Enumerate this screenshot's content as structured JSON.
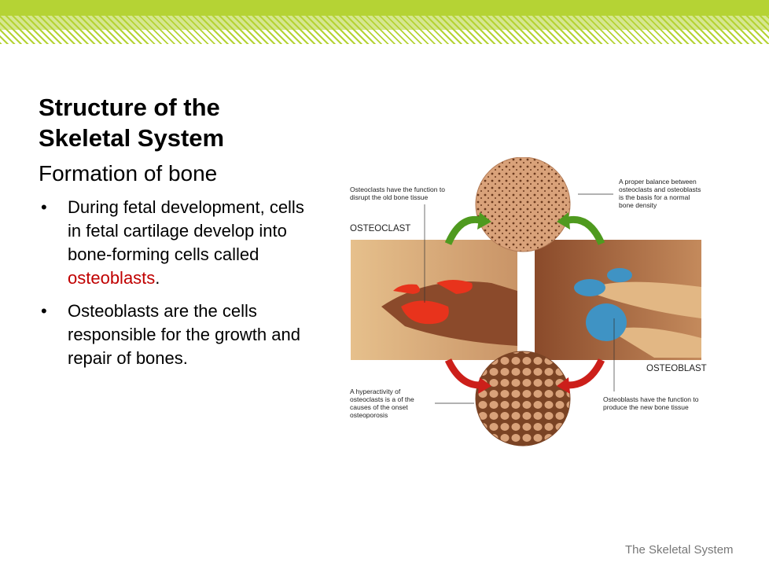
{
  "slide": {
    "title": "Structure of the Skeletal System",
    "subtitle": "Formation of bone",
    "bullets": [
      {
        "before": "During fetal development, cells in fetal cartilage develop into bone-forming cells called ",
        "highlight": "osteoblasts",
        "after": "."
      },
      {
        "before": "Osteoblasts are the cells responsible for the growth and repair of bones.",
        "highlight": "",
        "after": ""
      }
    ],
    "footer": "The Skeletal System"
  },
  "figure": {
    "osteoclast_label": "OSTEOCLAST",
    "osteoblast_label": "OSTEOBLAST",
    "note_osteoclast": "Osteoclasts have the function to disrupt the old bone tissue",
    "note_balance": "A proper balance between osteoclasts and osteoblasts is the basis for a normal bone density",
    "note_hyperactivity": "A hyperactivity of osteoclasts is a of the causes of the onset osteoporosis",
    "note_osteoblast": "Osteoblasts have the function to produce the new bone tissue"
  },
  "colors": {
    "accent_green": "#b5d334",
    "highlight_red": "#c00000"
  }
}
